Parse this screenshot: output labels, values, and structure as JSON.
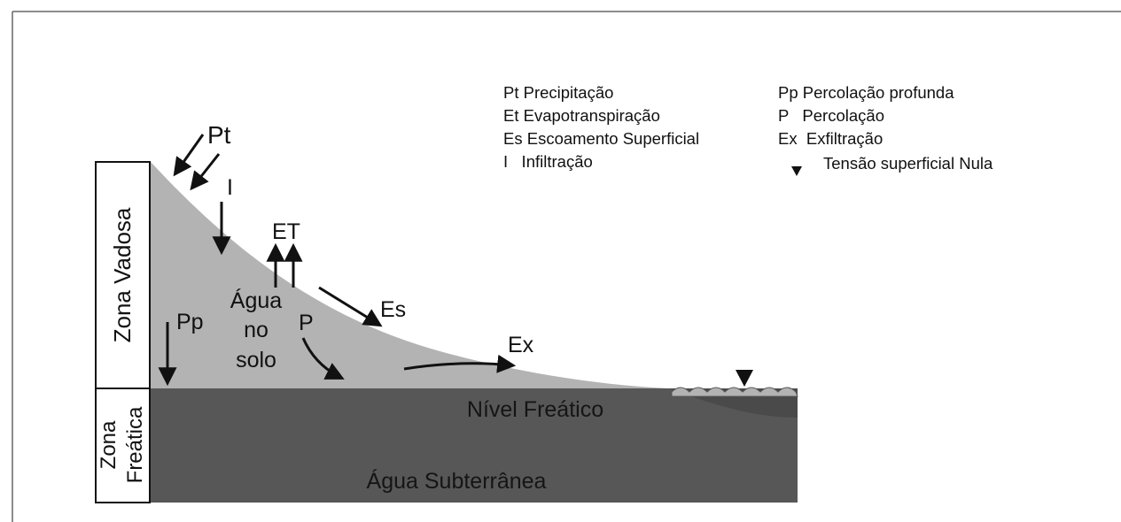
{
  "zones": {
    "vadose": "Zona Vadosa",
    "freatic_line1": "Zona",
    "freatic_line2": "Freática"
  },
  "labels": {
    "pt": "Pt",
    "i": "I",
    "et": "ET",
    "agua_line1": "Água",
    "agua_line2": "no",
    "agua_line3": "solo",
    "pp": "Pp",
    "p": "P",
    "es": "Es",
    "ex": "Ex",
    "nivel_freatico": "Nível Freático",
    "agua_subterranea": "Água Subterrânea"
  },
  "legend": {
    "left": [
      "Pt Precipitação",
      "Et Evapotranspiração",
      "Es Escoamento Superficial",
      "I   Infiltração"
    ],
    "right": [
      "Pp Percolação profunda",
      "P   Percolação",
      "Ex  Exfiltração",
      "Tensão superficial Nula"
    ]
  },
  "colors": {
    "soil": "#b3b3b3",
    "groundwater": "#575757",
    "water_body": "#4a4a4a",
    "ink": "#111111"
  }
}
